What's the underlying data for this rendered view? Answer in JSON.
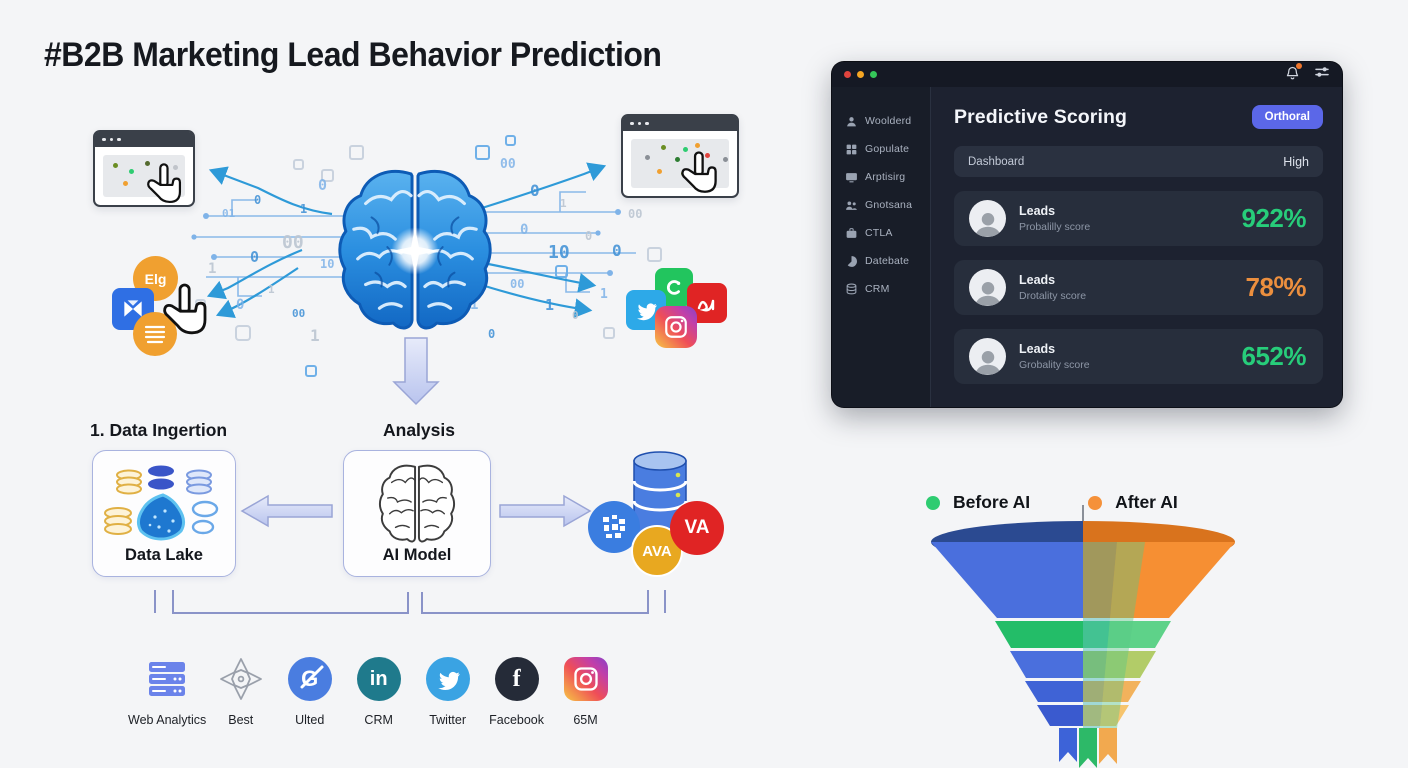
{
  "title": "#B2B Marketing Lead Behavior Prediction",
  "diagram": {
    "step1_label": "1. Data Ingertion",
    "step2_label": "Analysis",
    "data_lake_label": "Data Lake",
    "ai_model_label": "AI Model",
    "left_cluster_badge": "Elg",
    "db_badge_gold": "AVA",
    "db_badge_red": "VA",
    "binary_digits": [
      "0",
      "1",
      "00",
      "10",
      "0",
      "1",
      "0",
      "00",
      "1",
      "01",
      "0",
      "1",
      "00",
      "0",
      "1",
      "0",
      "10",
      "0",
      "00",
      "1",
      "0",
      "1",
      "0",
      "00",
      "1",
      "0"
    ]
  },
  "bottom_icons": [
    {
      "label": "Web Analytics",
      "icon": "server-analytics-icon"
    },
    {
      "label": "Best",
      "icon": "compass-diamond-icon"
    },
    {
      "label": "Ulted",
      "icon": "g-slash-icon",
      "glyph": "G"
    },
    {
      "label": "CRM",
      "icon": "linkedin-in-icon",
      "glyph": "in"
    },
    {
      "label": "Twitter",
      "icon": "twitter-bird-icon"
    },
    {
      "label": "Facebook",
      "icon": "facebook-f-icon",
      "glyph": "f"
    },
    {
      "label": "65M",
      "icon": "instagram-icon"
    }
  ],
  "app_window": {
    "title": "Predictive Scoring",
    "action_button": "Orthoral",
    "toolbar_row": {
      "left": "Dashboard",
      "right": "High"
    },
    "sidebar": [
      {
        "label": "Woolderd",
        "icon": "avatar-icon"
      },
      {
        "label": "Gopulate",
        "icon": "grid-icon"
      },
      {
        "label": "Arptisirg",
        "icon": "monitor-icon"
      },
      {
        "label": "Gnotsana",
        "icon": "people-icon"
      },
      {
        "label": "CTLA",
        "icon": "briefcase-icon"
      },
      {
        "label": "Datebate",
        "icon": "pie-chart-icon"
      },
      {
        "label": "CRM",
        "icon": "database-icon"
      }
    ],
    "leads": [
      {
        "name": "Leads",
        "subtitle": "Probalilly score",
        "value": "922%",
        "value_color": "#27cd7a"
      },
      {
        "name": "Leads",
        "subtitle": "Drotality score",
        "value": "78⁰%",
        "value_color": "#ec8f3e"
      },
      {
        "name": "Leads",
        "subtitle": "Grobality score",
        "value": "652%",
        "value_color": "#27cd7a"
      }
    ]
  },
  "funnel": {
    "legend": [
      {
        "label": "Before AI",
        "color": "#2ecc71"
      },
      {
        "label": "After AI",
        "color": "#f5913a"
      }
    ]
  },
  "chart_data": {
    "type": "funnel",
    "title": "",
    "legend": [
      "Before AI",
      "After AI"
    ],
    "legend_colors": [
      "#2ecc71",
      "#f5913a"
    ],
    "stages": 5,
    "series_note": "3D split funnel: left half blue (Before AI), right half orange (After AI), green middle band; no numeric stage values shown"
  },
  "colors": {
    "traffic": [
      "#e0443e",
      "#f5a623",
      "#35c759"
    ],
    "accent_indigo": "#5b67e8",
    "circuit_blue": "#3d8fd6",
    "funnel_blue": "#4a6fdd",
    "funnel_orange": "#f5913a",
    "funnel_green": "#23bd68"
  }
}
